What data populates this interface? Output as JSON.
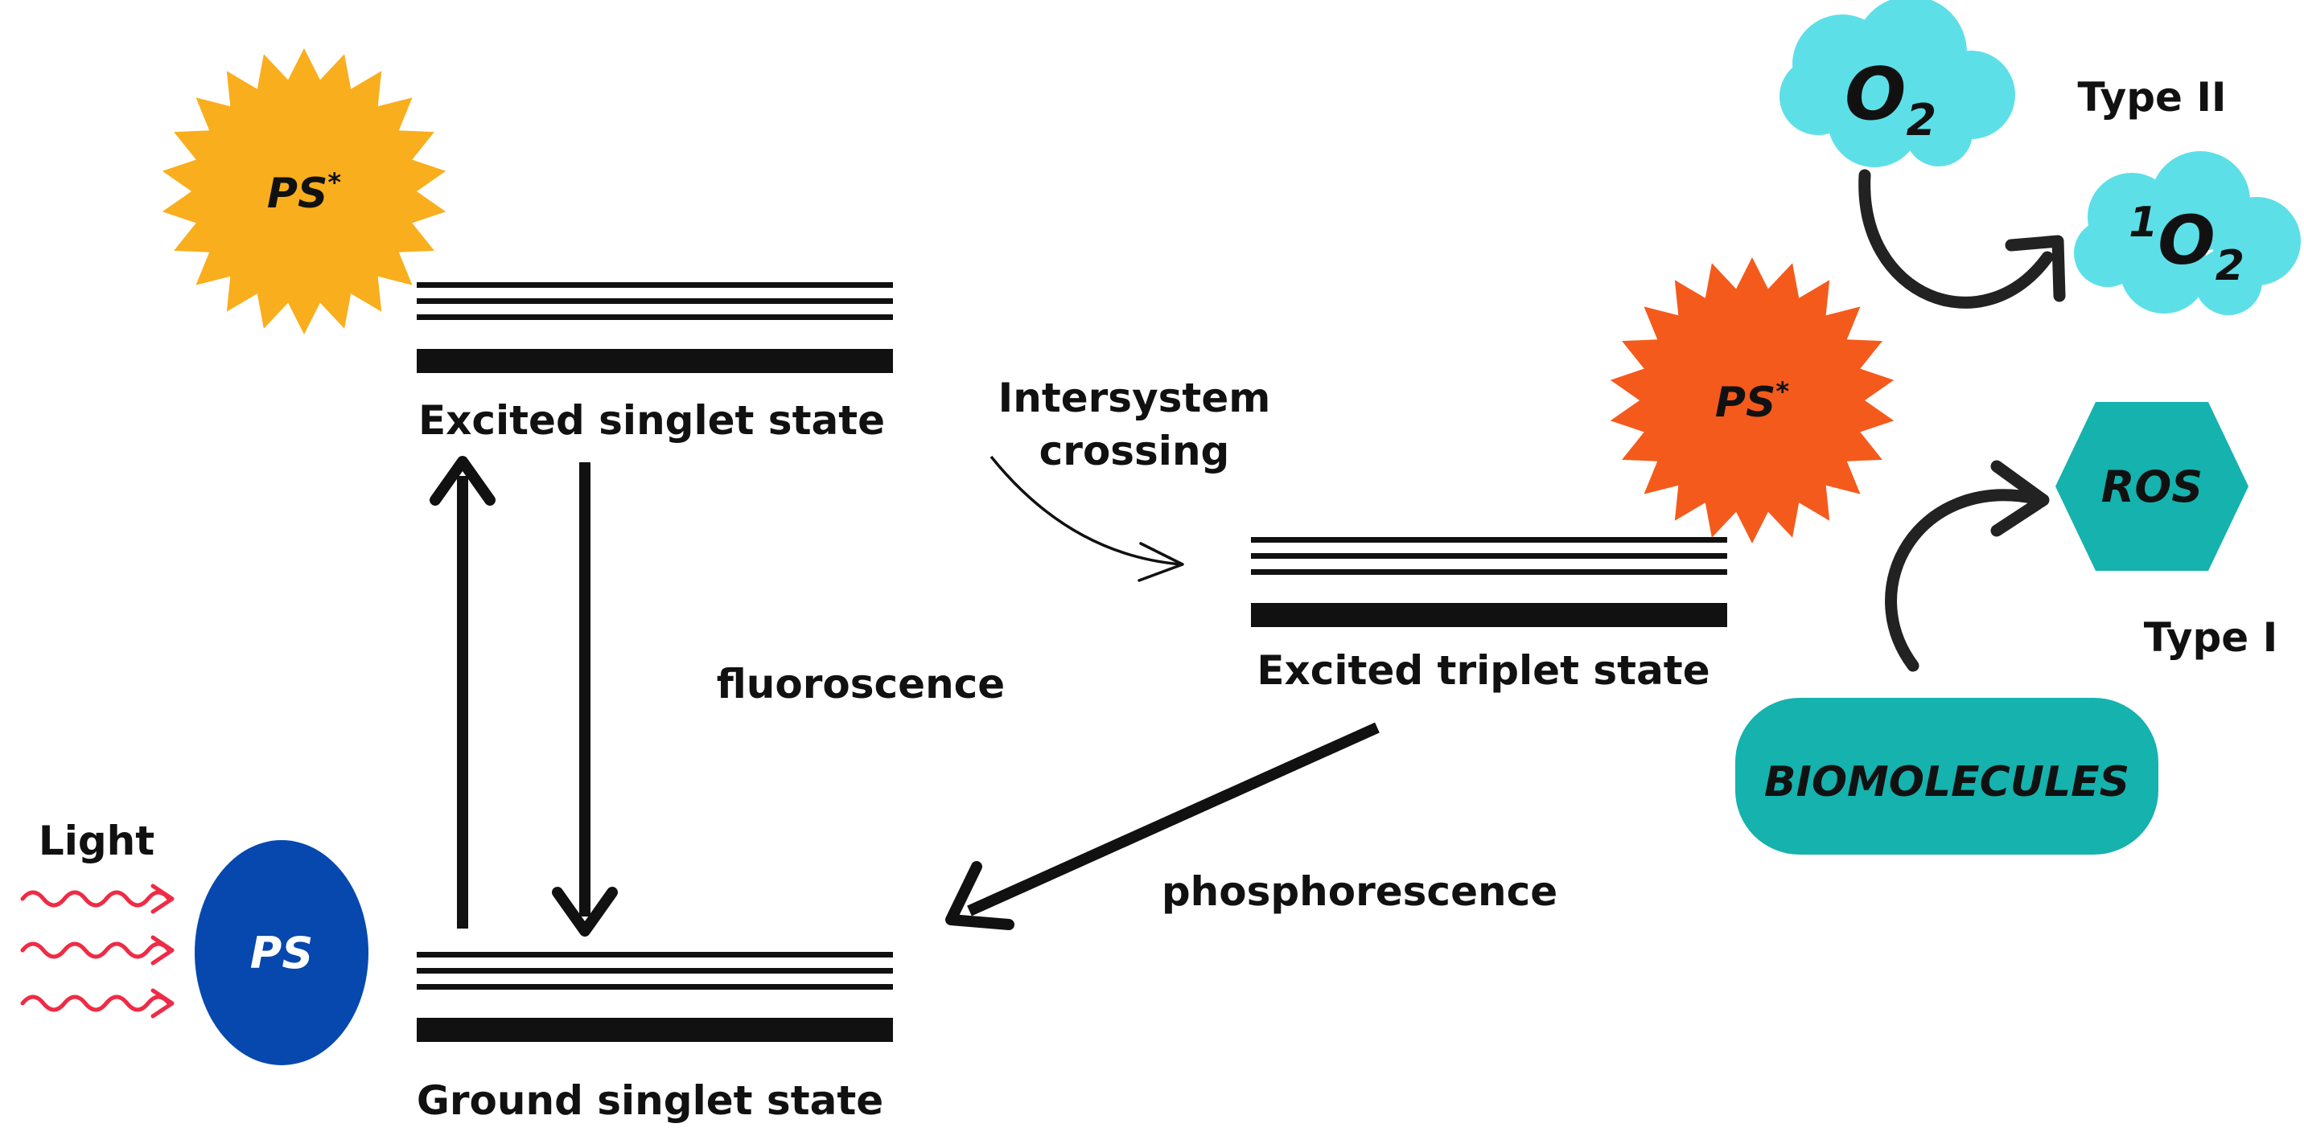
{
  "states": {
    "excited_singlet": "Excited singlet state",
    "excited_triplet": "Excited triplet state",
    "ground_singlet": "Ground singlet state"
  },
  "processes": {
    "intersystem_line1": "Intersystem",
    "intersystem_line2": "crossing",
    "fluorescence": "fluoroscence",
    "phosphorescence": "phosphorescence"
  },
  "light": {
    "label": "Light"
  },
  "molecules": {
    "ps_ground": "PS",
    "ps_excited": "PS",
    "ps_star": "*",
    "oxygen": "O",
    "oxygen_sub": "2",
    "singlet_sup": "1",
    "singlet_o": "O",
    "singlet_sub": "2",
    "ros": "ROS",
    "biomolecules": "BIOMOLECULES"
  },
  "reaction_types": {
    "type_ii": "Type II",
    "type_i": "Type I"
  },
  "colors": {
    "ps_excited_singlet": "#F9AE1D",
    "ps_excited_triplet": "#F45A1C",
    "ps_ground": "#0648AE",
    "cloud": "#5DDFE8",
    "teal": "#15B2AE",
    "light_wave": "#EF2B45",
    "ink": "#111111"
  }
}
